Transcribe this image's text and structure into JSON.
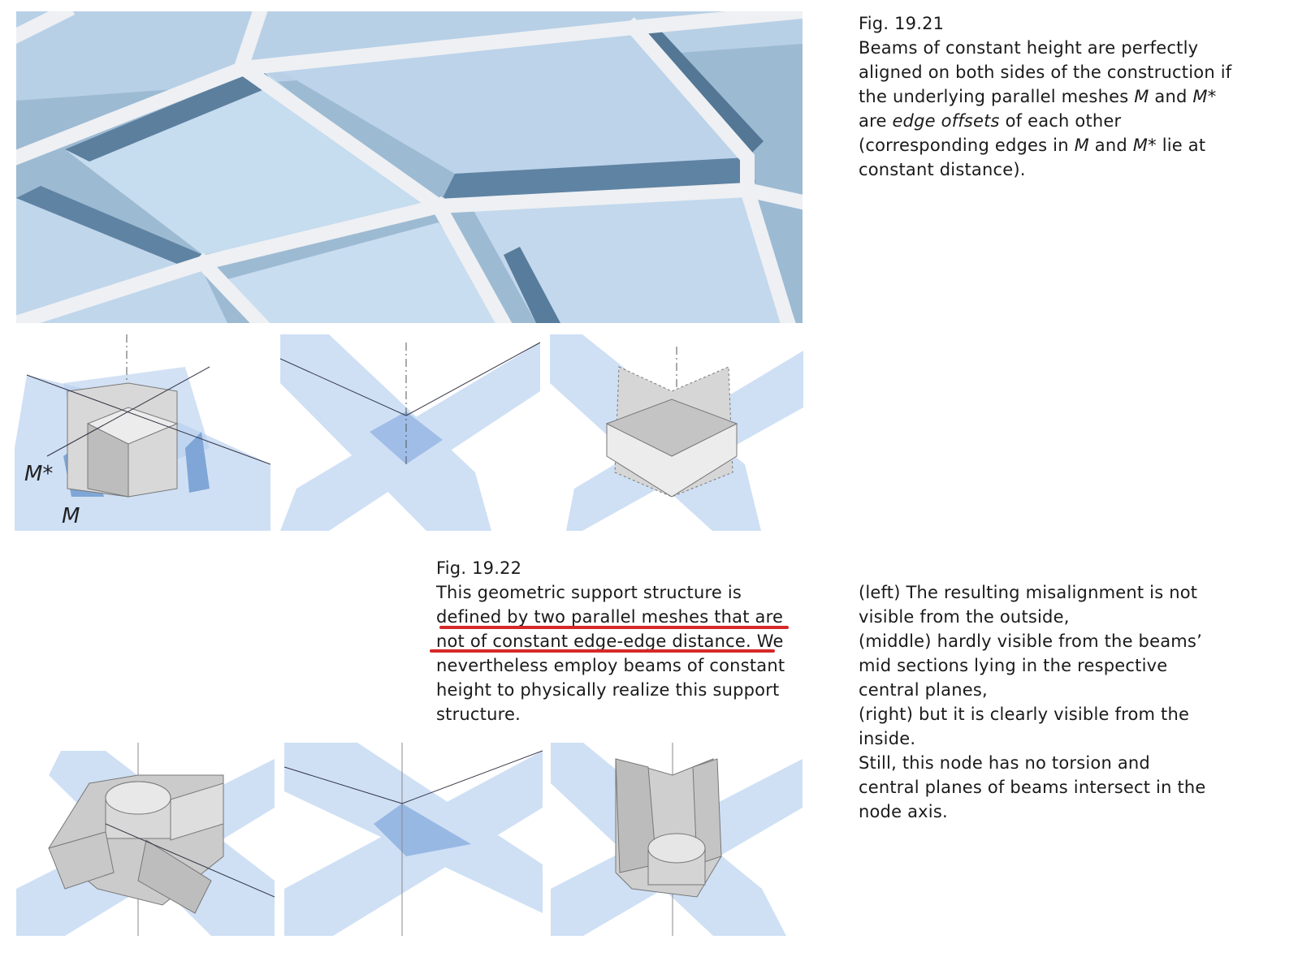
{
  "fig1921": {
    "label": "Fig. 19.21",
    "caption_parts": [
      "Beams of constant height are perfectly aligned on both sides of the construction if the underlying parallel meshes ",
      "M",
      " and ",
      "M*",
      " are ",
      "edge offsets",
      " of each other (corresponding edges in ",
      "M",
      " and ",
      "M*",
      " lie at constant distance)."
    ],
    "diagram_labels": {
      "mesh_star": "M*",
      "mesh": "M"
    }
  },
  "fig1922": {
    "label": "Fig. 19.22",
    "caption_lines": [
      "This geometric support structure is",
      "defined by two parallel meshes that are",
      "not of constant edge-edge distance.",
      " We",
      "nevertheless employ beams of constant",
      "height to physically realize this support",
      "structure."
    ],
    "side_lines": [
      "(left) The resulting misalignment is not",
      "visible from the outside,",
      "(middle) hardly visible from the beams’",
      "mid sections lying in the respective",
      "central planes,",
      "(right) but it is clearly visible from the",
      "inside.",
      "Still, this node has no torsion and",
      "central planes of beams intersect in the",
      "node axis."
    ]
  },
  "colors": {
    "underline": "#d62828",
    "glass": "#a9c8e8",
    "frame": "#e9ecf0",
    "beam": "#cfd0d2"
  }
}
